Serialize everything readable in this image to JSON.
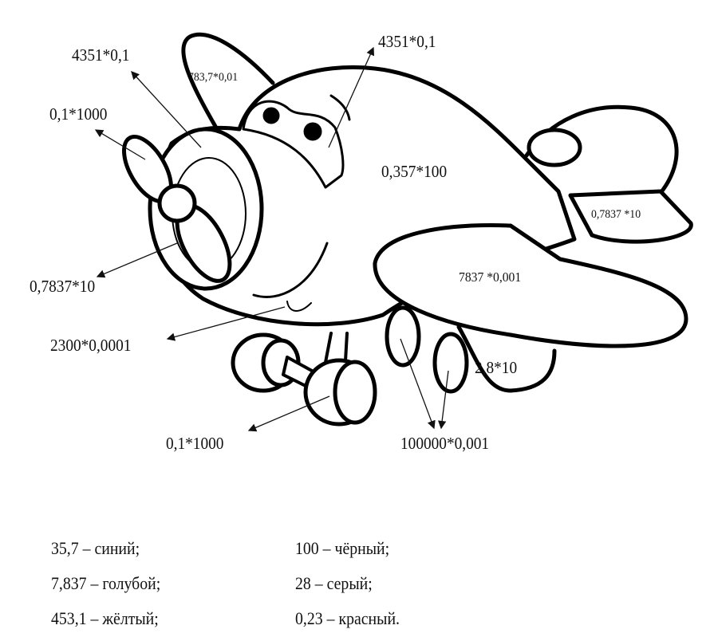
{
  "labels": {
    "nose_top": "4351*0,1",
    "fin": "783,7*0,01",
    "cockpit": "4351*0,1",
    "propeller_top": "0,1*1000",
    "body": "0,357*100",
    "tail_stabilizer": "0,7837 *10",
    "wing": "7837 *0,001",
    "propeller_bottom": "0,7837*10",
    "tongue": "2300*0,0001",
    "wing_tip": "2,8*10",
    "front_wheel": "0,1*1000",
    "rear_wheels": "100000*0,001"
  },
  "legend": [
    {
      "text": "35,7 – синий;"
    },
    {
      "text": "100 – чёрный;"
    },
    {
      "text": "7,837 – голубой;"
    },
    {
      "text": "28 – серый;"
    },
    {
      "text": "453,1 – жёлтый;"
    },
    {
      "text": "0,23 – красный."
    }
  ]
}
